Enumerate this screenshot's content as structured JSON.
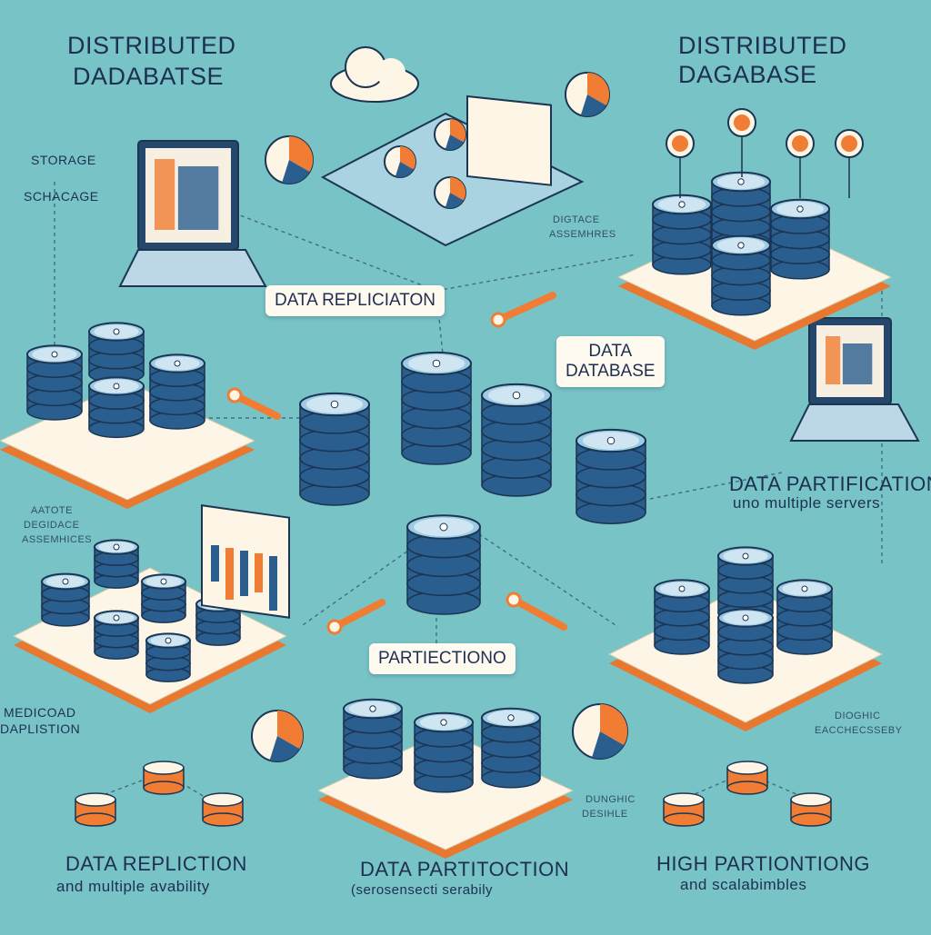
{
  "labels": {
    "title_left_1": "DISTRIBUTED",
    "title_left_2": "DADABATSE",
    "title_right_1": "DISTRIBUTED",
    "title_right_2": "DAGABASE",
    "storage_1": "STORAGE",
    "storage_2": "SCHACAGE",
    "digtace_1": "DIGTACE",
    "digtace_2": "ASSEMHRES",
    "data_replication_pill": "DATA REPLICIATON",
    "data_database_pill_1": "DATA",
    "data_database_pill_2": "DATABASE",
    "partition_right": "DATA PARTIFICATION",
    "partition_right_sub": "uno multiple servers",
    "left_mid_1": "AATOTE",
    "left_mid_2": "DEGIDACE",
    "left_mid_3": "ASSEMHICES",
    "left_low_1": "MEDICOAD",
    "left_low_2": "DAPLISTION",
    "partitioning_pill": "PARTIECTIONO",
    "right_low_1": "DIOGHIC",
    "right_low_2": "EACCHECSSEBY",
    "small_center_low_1": "DUNGHIC",
    "small_center_low_2": "DESIHLE",
    "bottom_left": "DATA REPLICTION",
    "bottom_left_sub": "and multiple avability",
    "bottom_mid": "DATA PARTITOCTION",
    "bottom_mid_sub": "(serosensecti serabily",
    "bottom_right": "HIGH PARTIONTIONG",
    "bottom_right_sub": "and scalabimbles"
  },
  "colors": {
    "background": "#78c3c6",
    "platform": "#fdf6e6",
    "platform_edge": "#e8782f",
    "disk_side": "#2a5e8f",
    "disk_top": "#9ccbe3",
    "accent_orange": "#f07d33",
    "ink": "#1e2f52"
  },
  "icons": [
    "cloud-icon",
    "pie-chart-icon",
    "laptop-icon",
    "database-icon",
    "map-pin-icon",
    "arrow-icon",
    "document-icon"
  ]
}
